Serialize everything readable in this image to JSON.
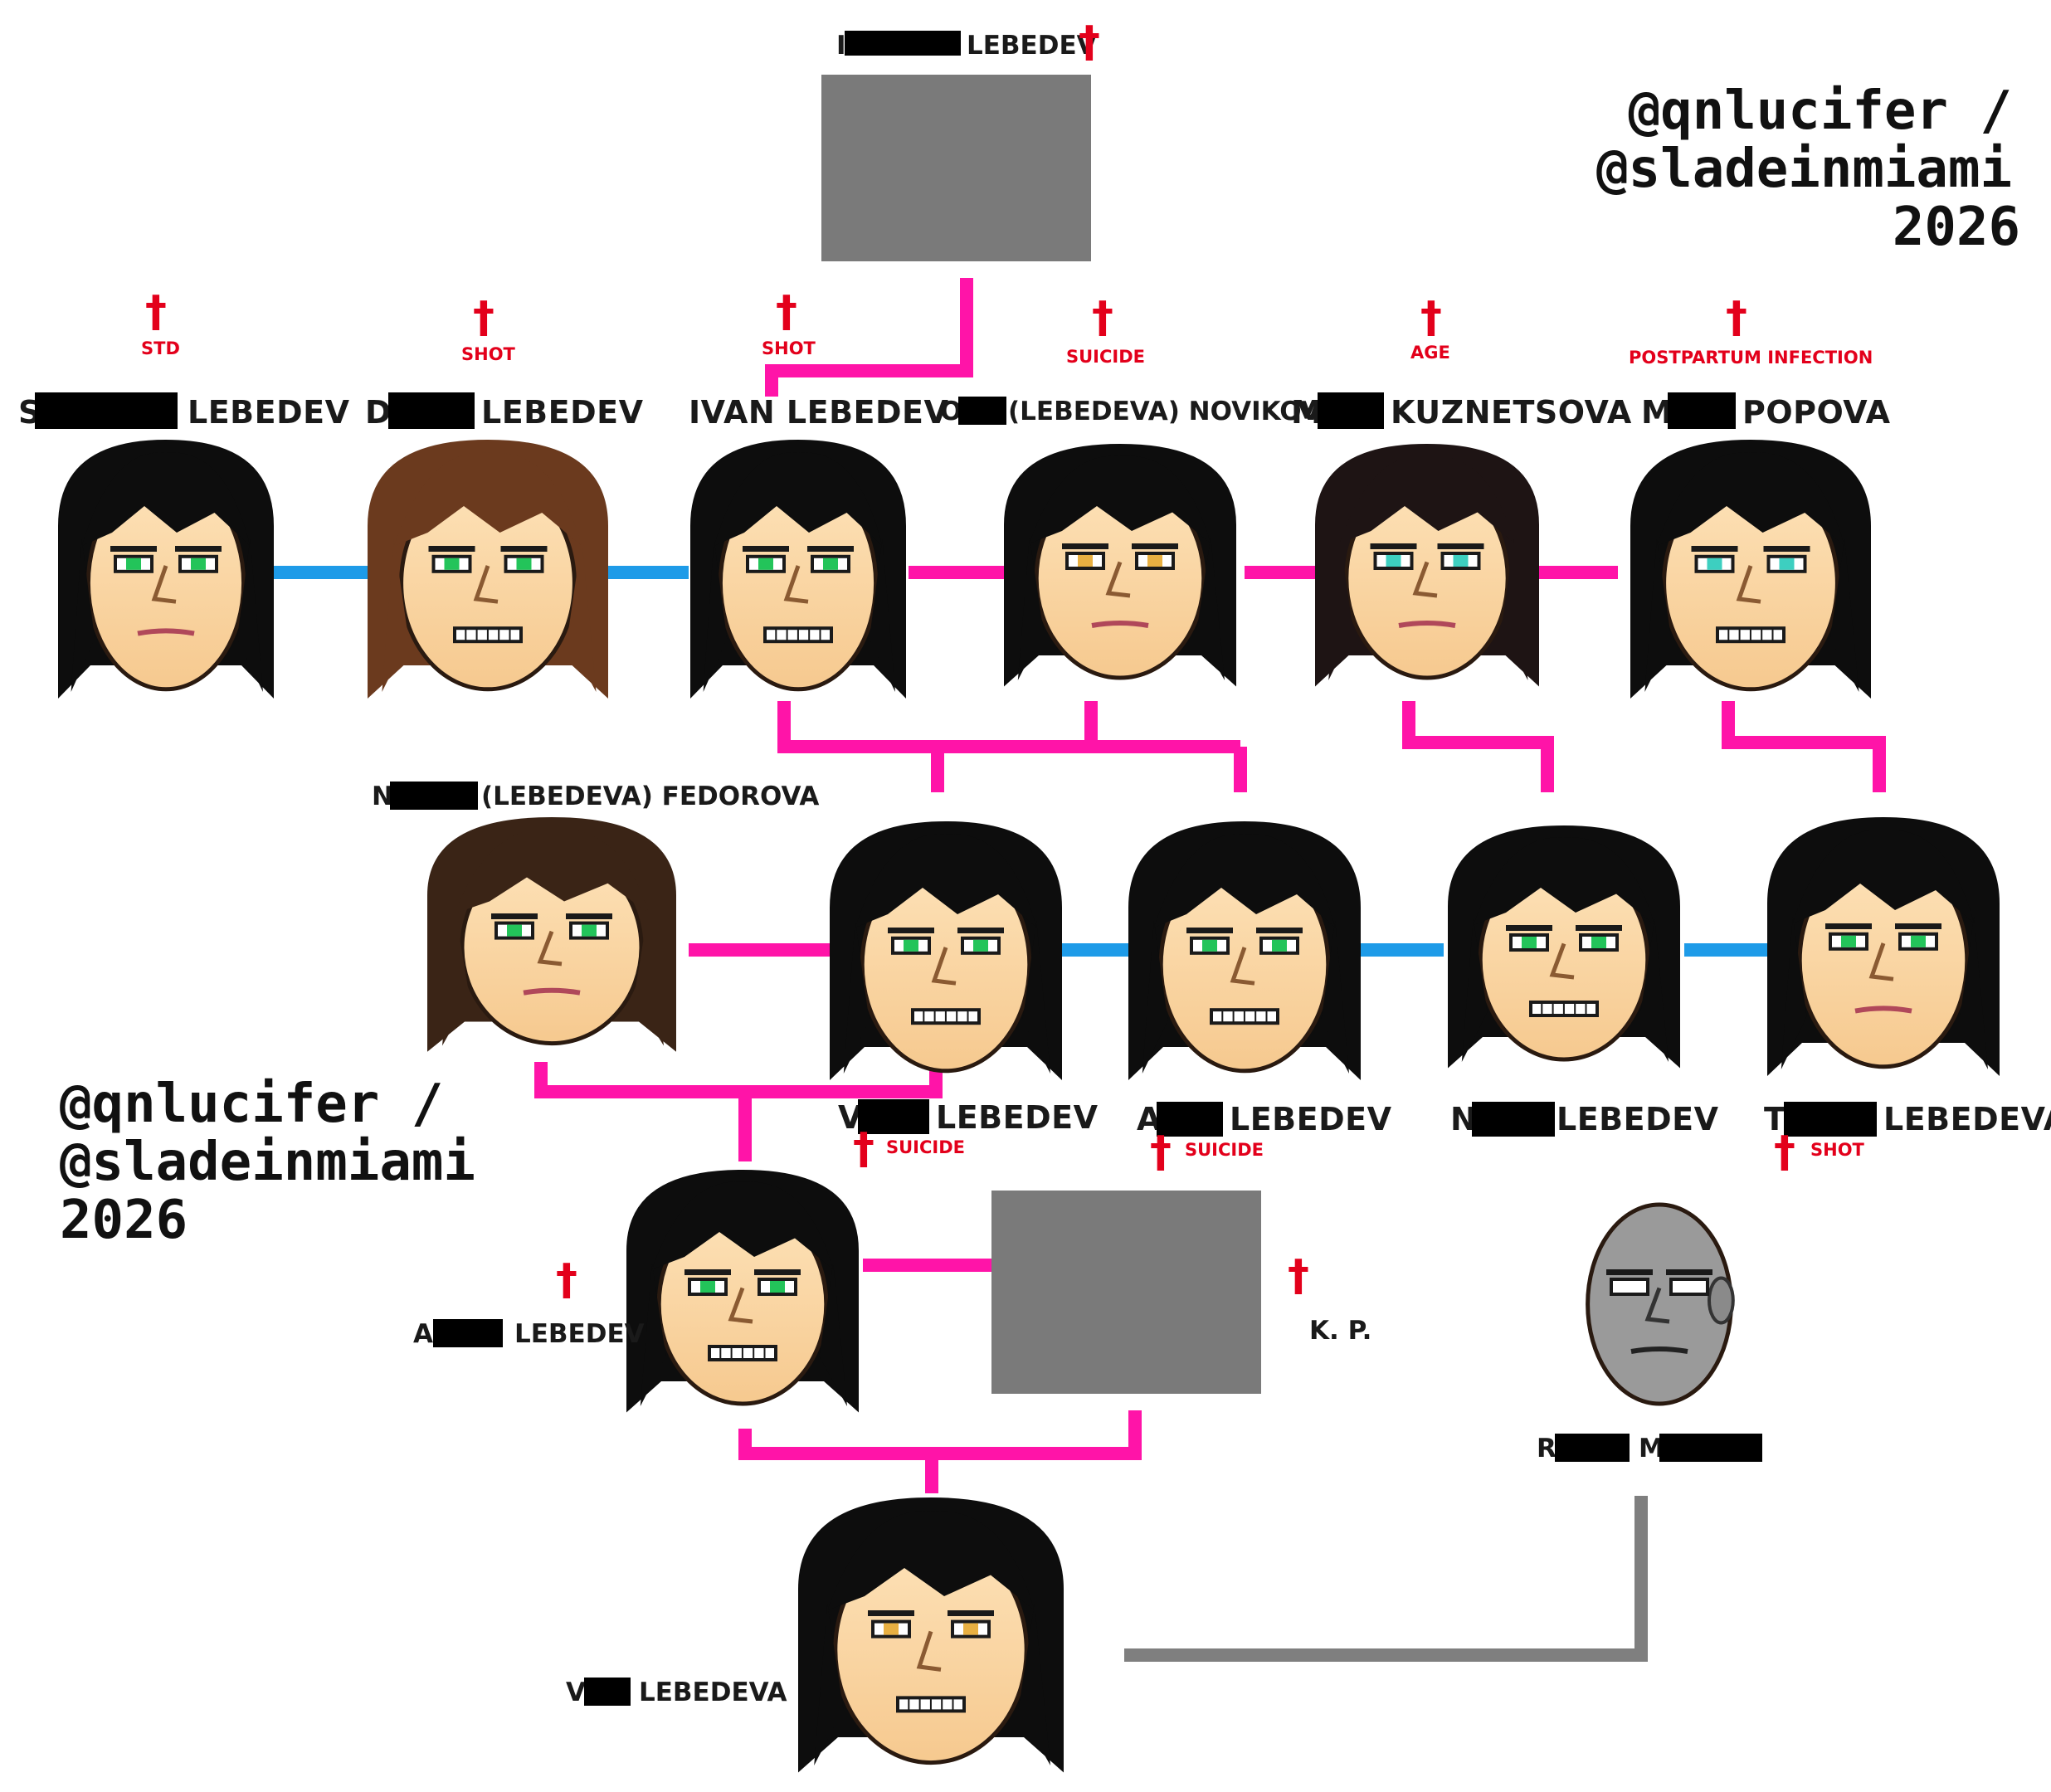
{
  "watermark": {
    "line1": "@qnlucifer /",
    "line2": "@sladeinmiami",
    "line3": "2026"
  },
  "cross_glyph": "†",
  "colors": {
    "marriage_pink": "#ff14a8",
    "relationship_blue": "#1e9be8",
    "other_gray": "#7f7f7f",
    "death_red": "#e3001b",
    "placeholder_gray": "#7a7a7a"
  },
  "people": {
    "patriarch": {
      "visible_name": "LEBEDEV",
      "deceased": true
    },
    "s_lebedev": {
      "visible_name": "LEBEDEV",
      "cause": "STD",
      "deceased": true
    },
    "d_lebedev": {
      "visible_name": "LEBEDEV",
      "cause": "SHOT",
      "deceased": true
    },
    "ivan": {
      "visible_name": "IVAN LEBEDEV",
      "cause": "SHOT",
      "deceased": true
    },
    "o_novikova": {
      "visible_name": "(LEBEDEVA) NOVIKOVA",
      "cause": "SUICIDE",
      "deceased": true
    },
    "m_kuznetsova": {
      "visible_name": "KUZNETSOVA",
      "cause": "AGE",
      "deceased": true
    },
    "m_popova": {
      "visible_name": "POPOVA",
      "cause": "POSTPARTUM INFECTION",
      "deceased": true
    },
    "n_fedorova": {
      "visible_name": "(LEBEDEVA) FEDOROVA"
    },
    "v_lebedev": {
      "visible_name": "LEBEDEV",
      "cause": "SUICIDE",
      "deceased": true
    },
    "a_lebedev_gen2": {
      "visible_name": "LEBEDEV",
      "cause": "SUICIDE",
      "deceased": true
    },
    "n_lebedev": {
      "visible_name": "LEBEDEV"
    },
    "t_lebedeva": {
      "visible_name": "LEBEDEVA",
      "cause": "SHOT",
      "deceased": true
    },
    "a_lebedev_gen3": {
      "visible_name": "LEBEDEV",
      "deceased": true
    },
    "kp": {
      "visible_name": "K. P.",
      "deceased": true
    },
    "r_m": {
      "visible_name": ""
    },
    "v_lebedeva": {
      "visible_name": "LEBEDEVA"
    }
  },
  "initials": {
    "patriarch": "I",
    "s_lebedev": "S",
    "d_lebedev": "D",
    "o_novikova": "O",
    "m_kuznetsova": "M",
    "m_popova": "M",
    "n_fedorova": "N",
    "v_lebedev": "V",
    "a_lebedev_gen2": "A",
    "n_lebedev": "N",
    "t_lebedeva": "T",
    "a_lebedev_gen3": "A",
    "r_first": "R",
    "r_last": "M",
    "v_lebedeva": "V"
  }
}
